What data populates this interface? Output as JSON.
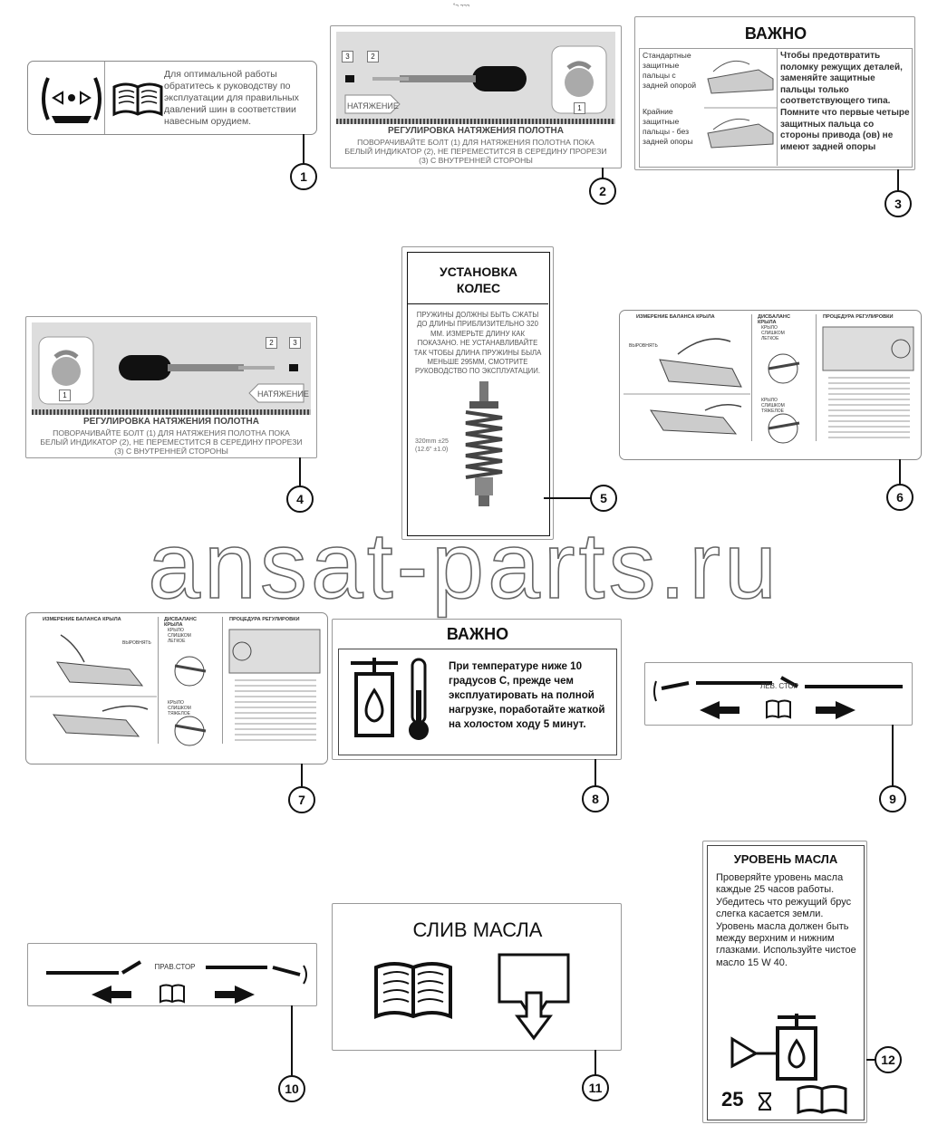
{
  "header_mark": "°¬ ¬¬¬",
  "watermark": "ansat-parts.ru",
  "callouts": [
    "1",
    "2",
    "3",
    "4",
    "5",
    "6",
    "7",
    "8",
    "9",
    "10",
    "11",
    "12"
  ],
  "decal1": {
    "text": "Для оптимальной работы обратитесь к руководству по эксплуатации для правильных давлений шин в соответствии навесным орудием."
  },
  "decal2": {
    "tension_label": "НАТЯЖЕНИЕ",
    "title": "РЕГУЛИРОВКА НАТЯЖЕНИЯ ПОЛОТНА",
    "text": "ПОВОРАЧИВАЙТЕ БОЛТ (1) ДЛЯ НАТЯЖЕНИЯ ПОЛОТНА ПОКА БЕЛЫЙ ИНДИКАТОР (2), НЕ ПЕРЕМЕСТИТСЯ В СЕРЕДИНУ ПРОРЕЗИ (3) С ВНУТРЕННЕЙ СТОРОНЫ",
    "num1": "1",
    "num2": "2",
    "num3": "3"
  },
  "decal3": {
    "title": "ВАЖНО",
    "label_std": "Стандартные защитные пальцы с задней опорой",
    "label_edge": "Крайние защитные пальцы - без задней опоры",
    "text": "Чтобы предотвратить поломку режущих деталей, заменяйте защитные пальцы только соответствующего типа. Помните что первые четыре защитных пальца со стороны привода (ов) не имеют задней опоры"
  },
  "decal4": {
    "tension_label": "НАТЯЖЕНИЕ",
    "title": "РЕГУЛИРОВКА НАТЯЖЕНИЯ ПОЛОТНА",
    "text": "ПОВОРАЧИВАЙТЕ БОЛТ (1) ДЛЯ НАТЯЖЕНИЯ ПОЛОТНА ПОКА БЕЛЫЙ ИНДИКАТОР (2), НЕ ПЕРЕМЕСТИТСЯ В СЕРЕДИНУ ПРОРЕЗИ (3) С ВНУТРЕННЕЙ СТОРОНЫ",
    "num1": "1",
    "num2": "2",
    "num3": "3"
  },
  "decal5": {
    "title": "УСТАНОВКА КОЛЕС",
    "text": "ПРУЖИНЫ ДОЛЖНЫ БЫТЬ СЖАТЫ ДО ДЛИНЫ ПРИБЛИЗИТЕЛЬНО 320 ММ. ИЗМЕРЬТЕ ДЛИНУ КАК ПОКАЗАНО. НЕ УСТАНАВЛИВАЙТЕ ТАК ЧТОБЫ ДЛИНА ПРУЖИНЫ БЫЛА МЕНЬШЕ 295ММ, СМОТРИТЕ РУКОВОДСТВО ПО ЭКСПЛУАТАЦИИ.",
    "dim": "320mm ±25 (12.6\" ±1.0)"
  },
  "decal6": {
    "h1": "ИЗМЕРЕНИЕ БАЛАНСА КРЫЛА",
    "h2": "ДИСБАЛАНС КРЫЛА",
    "h3": "ПРОЦЕДУРА РЕГУЛИРОВКИ",
    "l1": "ВЫРОВНЯТЬ",
    "l2": "КРЫЛО СЛИШКОМ ЛЕГКОЕ",
    "l3": "КРЫЛО СЛИШКОМ ТЯЖЕЛОЕ"
  },
  "decal7": {
    "h1": "ИЗМЕРЕНИЕ БАЛАНСА КРЫЛА",
    "h2": "ДИСБАЛАНС КРЫЛА",
    "h3": "ПРОЦЕДУРА РЕГУЛИРОВКИ",
    "l1": "ВЫРОВНЯТЬ",
    "l2": "КРЫЛО СЛИШКОМ ЛЕГКОЕ",
    "l3": "КРЫЛО СЛИШКОМ ТЯЖЕЛОЕ"
  },
  "decal8": {
    "title": "ВАЖНО",
    "text": "При температуре ниже 10 градусов С, прежде чем эксплуатировать на полной нагрузке, поработайте жаткой на холостом ходу 5 минут."
  },
  "decal9": {
    "label": "ЛЕВ. СТОР"
  },
  "decal10": {
    "label": "ПРАВ.СТОР"
  },
  "decal11": {
    "title": "СЛИВ МАСЛА"
  },
  "decal12": {
    "title": "УРОВЕНЬ МАСЛА",
    "text": "Проверяйте уровень масла каждые 25 часов работы. Убедитесь что режущий брус слегка касается земли. Уровень масла должен быть между верхним и нижним глазками. Используйте чистое масло 15 W 40.",
    "hours": "25"
  }
}
